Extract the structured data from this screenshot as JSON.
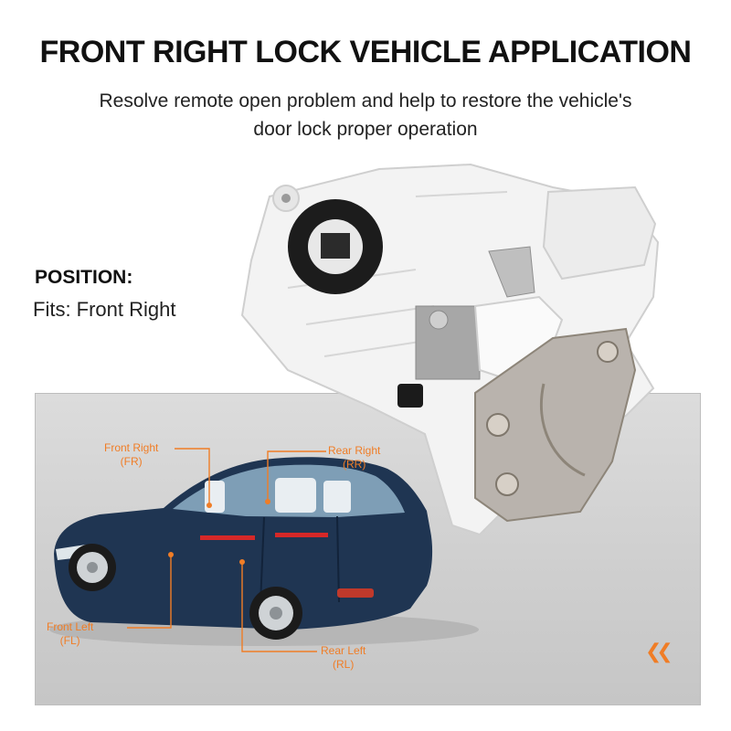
{
  "header": {
    "title": "FRONT RIGHT LOCK VEHICLE APPLICATION",
    "subtitle_line1": "Resolve remote open problem and help to restore the vehicle's",
    "subtitle_line2": "door lock proper operation"
  },
  "position": {
    "heading": "POSITION:",
    "value": "Fits: Front Right"
  },
  "diagram": {
    "labels": [
      {
        "name": "Front Right",
        "code": "(FR)"
      },
      {
        "name": "Rear Right",
        "code": "(RR)"
      },
      {
        "name": "Front Left",
        "code": "(FL)"
      },
      {
        "name": "Rear Left",
        "code": "(RL)"
      }
    ],
    "accent_color": "#f07d26",
    "car_color": "#1f3552"
  },
  "icons": {
    "rewind": "double-chevron-left-icon"
  }
}
